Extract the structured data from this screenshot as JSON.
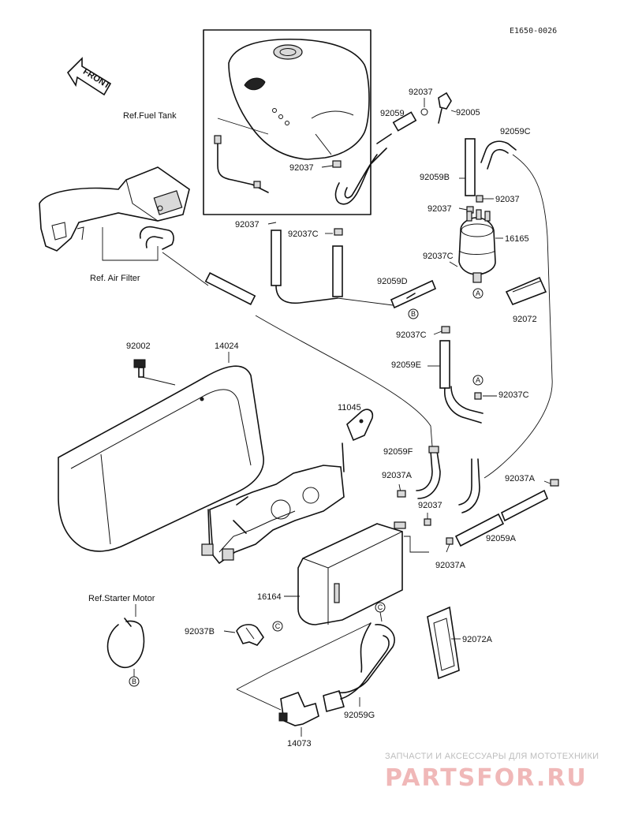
{
  "diagram_code": "E1650-0026",
  "front_arrow_label": "FRONT",
  "ref_labels": {
    "fuel_tank": "Ref.Fuel Tank",
    "air_filter": "Ref. Air Filter",
    "starter_motor": "Ref.Starter Motor"
  },
  "parts": {
    "p92037_a": "92037",
    "p92059_a": "92059",
    "p92005": "92005",
    "p92059C": "92059C",
    "p92037_b": "92037",
    "p92059B": "92059B",
    "p92037_c": "92037",
    "p92037_d": "92037",
    "p16165": "16165",
    "p92037_e": "92037",
    "p92037C_a": "92037C",
    "p92037C_b": "92037C",
    "p92059D": "92059D",
    "p92072": "92072",
    "p92037C_c": "92037C",
    "p92059E": "92059E",
    "p92037C_d": "92037C",
    "p92002": "92002",
    "p14024": "14024",
    "p11045": "11045",
    "p92059F": "92059F",
    "p92037A_a": "92037A",
    "p92037A_b": "92037A",
    "p92037_f": "92037",
    "p92059A": "92059A",
    "p92037A_c": "92037A",
    "p16164": "16164",
    "p92037B": "92037B",
    "p92072A": "92072A",
    "p92059G": "92059G",
    "p14073": "14073"
  },
  "callouts": {
    "a_top": "A",
    "a_mid": "A",
    "b_top": "B",
    "b_bottom": "B",
    "c_left": "C",
    "c_right": "C"
  },
  "watermark": {
    "tagline": "ЗАПЧАСТИ И АКСЕССУАРЫ ДЛЯ МОТОТЕХНИКИ",
    "brand": "PARTSFOR.RU"
  }
}
